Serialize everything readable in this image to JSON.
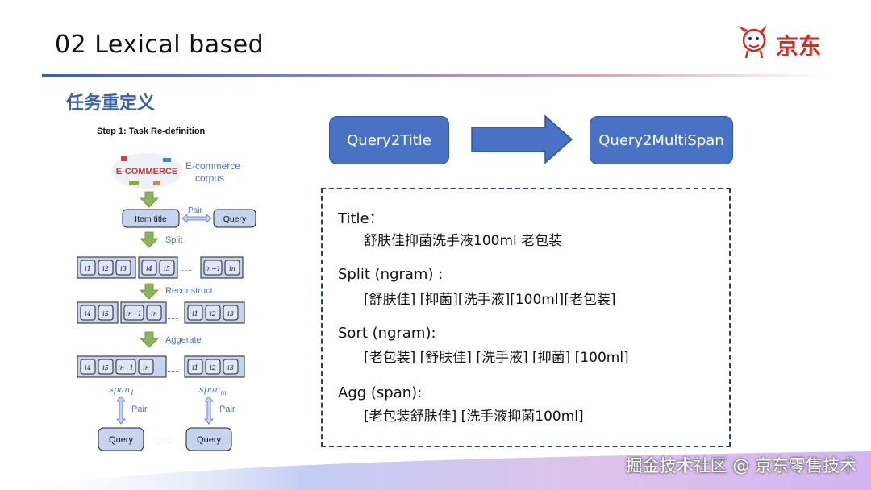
{
  "slide": {
    "title": "02 Lexical based",
    "section_heading": "任务重定义",
    "logo_text": "京东"
  },
  "figure": {
    "step_title": "Step 1: Task Re-definition",
    "ecommerce_word": "E-COMMERCE",
    "corpus_label_1": "E-commerce",
    "corpus_label_2": "corpus",
    "item_title": "Item title",
    "pair": "Pair",
    "query": "Query",
    "split": "Split",
    "reconstruct": "Reconstruct",
    "aggerate": "Aggerate",
    "ellipsis": "......",
    "span_1": "span",
    "span_1_sub": "1",
    "span_m": "span",
    "span_m_sub": "m",
    "row1": [
      "i1",
      "i2",
      "i3",
      "i4",
      "i5",
      "in−1",
      "in"
    ],
    "row2": [
      "i4",
      "i5",
      "in−1",
      "in",
      "i1",
      "i2",
      "i3"
    ],
    "row3": [
      "i4",
      "i5",
      "in−1",
      "in",
      "i1",
      "i2",
      "i3"
    ]
  },
  "flow": {
    "left_box": "Query2Title",
    "right_box": "Query2MultiSpan"
  },
  "example": {
    "title_label": "Title：",
    "title_value": "舒肤佳抑菌洗手液100ml 老包装",
    "split_label": "Split (ngram) :",
    "split_value": "[舒肤佳] [抑菌][洗手液][100ml][老包装]",
    "sort_label": "Sort (ngram):",
    "sort_value": "[老包装] [舒肤佳] [洗手液] [抑菌] [100ml]",
    "agg_label": "Agg (span):",
    "agg_value": "[老包装舒肤佳] [洗手液抑菌100ml]"
  },
  "watermark": "掘金技术社区 @ 京东零售技术",
  "colors": {
    "accent_blue": "#4a72c4",
    "heading_blue": "#3b63a8",
    "brand_red": "#e1251b",
    "arrow_green": "#8fb35a"
  }
}
